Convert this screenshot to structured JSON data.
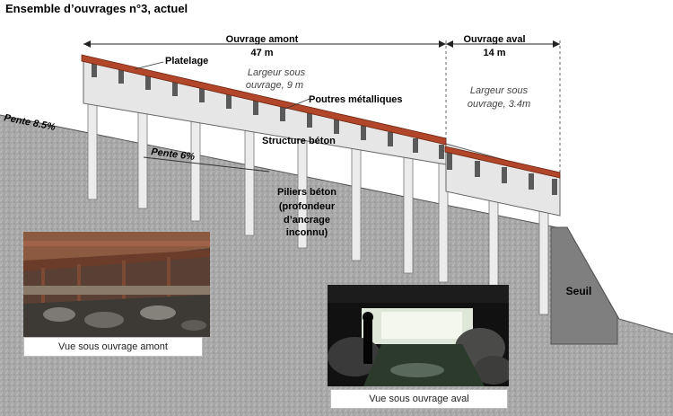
{
  "title": "Ensemble d’ouvrages n°3, actuel",
  "dimensions": {
    "amont_label": "Ouvrage amont",
    "amont_length": "47 m",
    "aval_label": "Ouvrage aval",
    "aval_length": "14 m"
  },
  "labels": {
    "platelage": "Platelage",
    "largeur_amont_1": "Largeur sous",
    "largeur_amont_2": "ouvrage, 9 m",
    "poutres": "Poutres métalliques",
    "largeur_aval_1": "Largeur sous",
    "largeur_aval_2": "ouvrage, 3.4m",
    "structure": "Structure béton",
    "pente_terrain": "Pente 8.5%",
    "pente_ouvrage": "Pente 6%",
    "piliers_1": "Piliers béton",
    "piliers_2": "(profondeur",
    "piliers_3": "d’ancrage",
    "piliers_4": "inconnu)",
    "seuil": "Seuil"
  },
  "photos": {
    "amont_caption": "Vue sous ouvrage amont",
    "aval_caption": "Vue sous ouvrage aval"
  },
  "colors": {
    "deck": "#b2462a",
    "ground": "#a6a6a6",
    "structure": "#e6e6e6",
    "pillar": "#ebebeb",
    "beam": "#595959",
    "seuil": "#7f7f7f"
  }
}
